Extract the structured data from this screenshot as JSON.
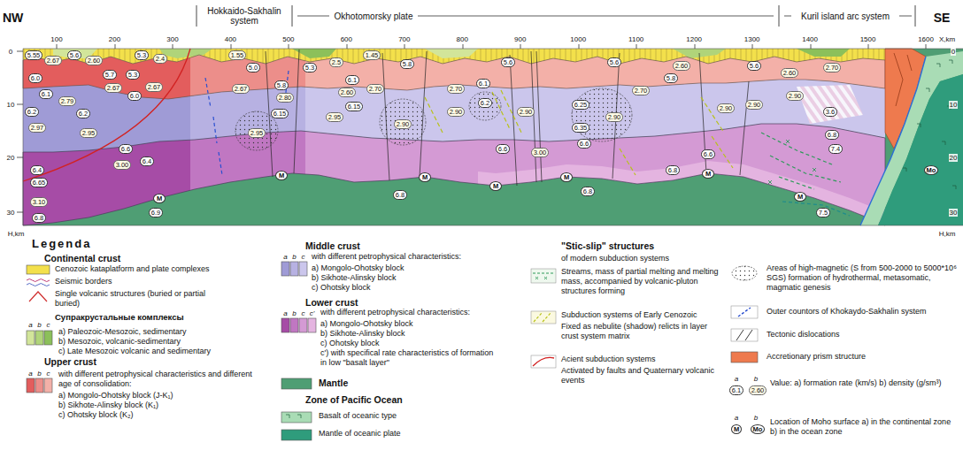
{
  "diagram": {
    "nodes": [
      {
        "text": [
          "5.55"
        ]
      },
      {
        "text": [
          "2.67"
        ]
      },
      {
        "text": [
          "5.6"
        ]
      },
      {
        "text": [
          "2.60"
        ]
      },
      {
        "text": [
          "5.3"
        ]
      },
      {
        "text": [
          "2.4"
        ]
      },
      {
        "text": [
          "6.0"
        ]
      },
      {
        "text": [
          "5.7"
        ]
      },
      {
        "text": [
          "5.3"
        ]
      },
      {
        "text": [
          "6.1"
        ]
      },
      {
        "text": [
          "2.79"
        ]
      },
      {
        "text": [
          "2.67"
        ]
      },
      {
        "text": [
          "6.0"
        ]
      },
      {
        "text": [
          "2.67"
        ]
      },
      {
        "text": [
          "6.2"
        ]
      },
      {
        "text": [
          "6.2"
        ]
      },
      {
        "text": [
          "2.97"
        ]
      },
      {
        "text": [
          "2.95"
        ]
      },
      {
        "text": [
          "6.6"
        ]
      },
      {
        "text": [
          "3.00"
        ]
      },
      {
        "text": [
          "6.4"
        ]
      },
      {
        "text": [
          "6.4"
        ]
      },
      {
        "text": [
          "6.65"
        ]
      },
      {
        "text": [
          "3.10"
        ]
      },
      {
        "text": [
          "6.8"
        ]
      },
      {
        "text": [
          "M"
        ]
      },
      {
        "text": [
          "6.9"
        ]
      },
      {
        "text": [
          "1.55"
        ]
      },
      {
        "text": [
          "5.0"
        ]
      },
      {
        "text": [
          "2.67"
        ]
      },
      {
        "text": [
          "5.8"
        ]
      },
      {
        "text": [
          "2.80"
        ]
      },
      {
        "text": [
          "6.15"
        ]
      },
      {
        "text": [
          "2.95"
        ]
      },
      {
        "text": [
          "M"
        ]
      },
      {
        "text": [
          "5.3"
        ]
      },
      {
        "text": [
          "2.5"
        ]
      },
      {
        "text": [
          "6.1"
        ]
      },
      {
        "text": [
          "2.60"
        ]
      },
      {
        "text": [
          "1.45"
        ]
      },
      {
        "text": [
          "2.70"
        ]
      },
      {
        "text": [
          "2.95"
        ]
      },
      {
        "text": [
          "6.15"
        ]
      },
      {
        "text": [
          "2.90"
        ]
      },
      {
        "text": [
          "5.8"
        ]
      },
      {
        "text": [
          "M"
        ]
      },
      {
        "text": [
          "6.8"
        ]
      },
      {
        "text": [
          "2.70"
        ]
      },
      {
        "text": [
          "6.1"
        ]
      },
      {
        "text": [
          "2.90"
        ]
      },
      {
        "text": [
          "6.2"
        ]
      },
      {
        "text": [
          "5.6"
        ]
      },
      {
        "text": [
          "2.90"
        ]
      },
      {
        "text": [
          "3.00"
        ]
      },
      {
        "text": [
          "6.6"
        ]
      },
      {
        "text": [
          "M"
        ]
      },
      {
        "text": [
          "6.25"
        ]
      },
      {
        "text": [
          "6.35"
        ]
      },
      {
        "text": [
          "2.90"
        ]
      },
      {
        "text": [
          "6.6"
        ]
      },
      {
        "text": [
          "M"
        ]
      },
      {
        "text": [
          "6.8"
        ]
      },
      {
        "text": [
          "5.6"
        ]
      },
      {
        "text": [
          "2.70"
        ]
      },
      {
        "text": [
          "5.8"
        ]
      },
      {
        "text": [
          "2.60"
        ]
      },
      {
        "text": [
          "2.90"
        ]
      },
      {
        "text": [
          "6.6"
        ]
      },
      {
        "text": [
          "6.8"
        ]
      },
      {
        "text": [
          "M"
        ]
      },
      {
        "text": [
          "5.6"
        ]
      },
      {
        "text": [
          "2.90"
        ]
      },
      {
        "text": [
          "2.60"
        ]
      },
      {
        "text": [
          "2.70"
        ]
      },
      {
        "text": [
          "2.90"
        ]
      },
      {
        "text": [
          "3.6"
        ]
      },
      {
        "text": [
          "6.8"
        ]
      },
      {
        "text": [
          "7.4"
        ]
      },
      {
        "text": [
          "M"
        ]
      },
      {
        "text": [
          "7.5"
        ]
      },
      {
        "text": [
          "Mo"
        ]
      }
    ],
    "labels": [
      "NW",
      "Hokkaido-Sakhalin system",
      "Okhotomorsky plate",
      "Kuril island arc system",
      "SE",
      "100",
      "200",
      "300",
      "400",
      "500",
      "600",
      "700",
      "800",
      "900",
      "1000",
      "1100",
      "1200",
      "1300",
      "1400",
      "1500",
      "1600",
      "X,km",
      "0",
      "10",
      "20",
      "30",
      "H,km",
      "0",
      "10",
      "20",
      "30",
      "H,km",
      "Legenda",
      "Continental crust",
      "Супракрустальные комплексы",
      "a",
      "b",
      "c",
      "Upper crust",
      "a",
      "b",
      "c",
      "with different petrophysical characteristics and different age of consolidation:",
      "Middle crust",
      "a",
      "b",
      "c",
      "with different petrophysical characteristics:",
      "Lower crust",
      "a",
      "b",
      "c",
      "c'",
      "with different petrophysical characteristics:",
      "Zone of Pacific Ocean",
      "\"Stic-slip\" structures",
      "of modern subduction systems",
      "Fixed as nebulite (shadow) relicts in layer crust system matrix",
      "Activated by faults and Quaternary volcanic events",
      "a",
      "b",
      "6.1",
      "2.60",
      "a",
      "b",
      "M",
      "Mo"
    ],
    "legend": [
      {
        "text": "Cenozoic kataplatform and plate complexes",
        "color": "#f3e04b"
      },
      {
        "text": "Seismic borders"
      },
      {
        "text": "Single volcanic structures (buried or partial buried)"
      },
      {
        "text": "a) Paleozoic-Mesozoic, sedimentary",
        "color": "#d2e59a"
      },
      {
        "text": "b) Mesozoic, volcanic-sedimentary",
        "color": "#b0d47a"
      },
      {
        "text": "c) Late Mesozoic volcanic and sedimentary",
        "color": "#8cc05a"
      },
      {
        "text": "a) Mongolo-Ohotsky block (J-K₁)",
        "color": "#e35d5d"
      },
      {
        "text": "b) Sikhote-Alinsky block (K₁)",
        "color": "#ec8e8a"
      },
      {
        "text": "c) Ohotsky block (K₂)",
        "color": "#f3b0a8"
      },
      {
        "text": "a) Mongolo-Ohotsky block",
        "color": "#9f9bd6"
      },
      {
        "text": "b) Sikhote-Alinsky block",
        "color": "#b7b1e2"
      },
      {
        "text": "c) Ohotsky block",
        "color": "#cbc6ec"
      },
      {
        "text": "a) Mongolo-Ohotsky block",
        "color": "#a64ca6"
      },
      {
        "text": "b) Sikhote-Alinsky block",
        "color": "#c077c2"
      },
      {
        "text": "c) Ohotsky block",
        "color": "#d49ad4"
      },
      {
        "text": "c') with specifical rate characteristics of formation in low \"basalt layer\"",
        "color": "#e4b4e0"
      },
      {
        "text": "Mantle",
        "color": "#4f9e74"
      },
      {
        "text": "Basalt of oceanic type",
        "color": "#a9dcb5"
      },
      {
        "text": "Mantle of oceanic plate",
        "color": "#2f9c7c"
      },
      {
        "text": "Streams, mass of partial melting and melting mass, accompanied by volcanic-pluton structures forming"
      },
      {
        "text": "Subduction systems of Early Cenozoic"
      },
      {
        "text": "Acient subduction systems"
      },
      {
        "text": "Areas of high-magnetic (S from 500-2000 to 5000*10⁶ SGS) formation of hydrothermal, metasomatic, magmatic genesis"
      },
      {
        "text": "Outer countors of Khokaydo-Sakhalin system"
      },
      {
        "text": "Tectonic dislocations"
      },
      {
        "text": "Accretionary prism structure",
        "color": "#ee7a4e"
      },
      {
        "text": "Value: a) formation rate (km/s) b) density (g/sm³)"
      },
      {
        "text": "Location of Moho surface a) in the continental zone b) in the ocean zone"
      }
    ]
  }
}
